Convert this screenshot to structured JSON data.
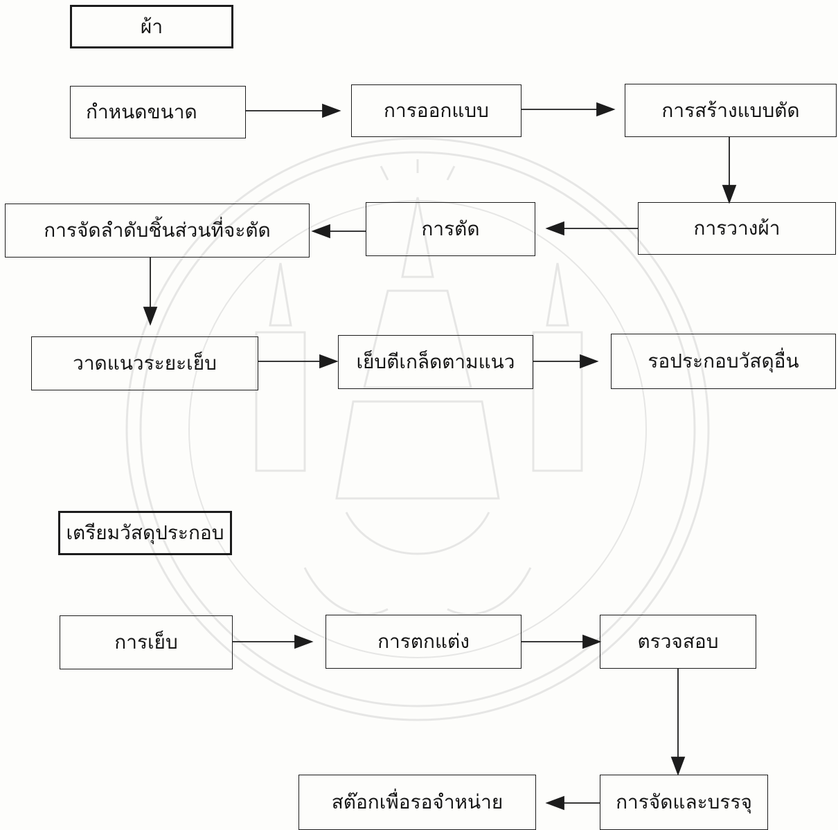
{
  "diagram": {
    "sections": {
      "fabric": {
        "title": "ผ้า"
      },
      "materials": {
        "title": "เตรียมวัสดุประกอบ"
      }
    },
    "steps": {
      "define_size": "กำหนดขนาด",
      "design": "การออกแบบ",
      "make_pattern": "การสร้างแบบตัด",
      "lay_fabric": "การวางผ้า",
      "cutting": "การตัด",
      "order_pieces": "การจัดลำดับชิ้นส่วนที่จะตัด",
      "mark_seams": "วาดแนวระยะเย็บ",
      "tack_along_lines": "เย็บตีเกล็ดตามแนว",
      "await_materials": "รอประกอบวัสดุอื่น",
      "sewing": "การเย็บ",
      "decorating": "การตกแต่ง",
      "inspection": "ตรวจสอบ",
      "packing": "การจัดและบรรจุ",
      "stock": "สต๊อกเพื่อรอจำหน่าย"
    },
    "colors": {
      "ink": "#1c1c1c",
      "watermark": "#9a9a9a",
      "background": "#fdfdfb"
    }
  }
}
